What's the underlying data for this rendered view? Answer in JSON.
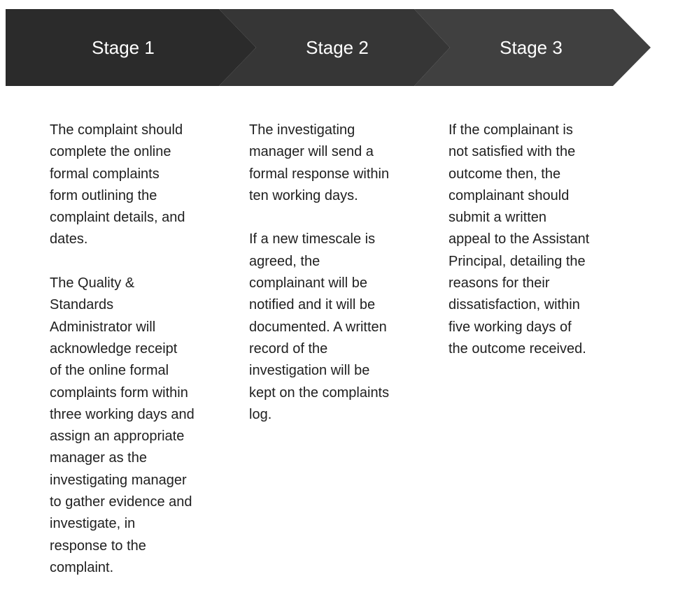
{
  "diagram": {
    "type": "process-chevron",
    "colors": {
      "stage1_fill": "#2b2b2b",
      "stage2_fill": "#363636",
      "stage3_fill": "#404040",
      "label_text": "#ffffff",
      "body_text": "#1f1f1f",
      "background": "#ffffff"
    },
    "stages": [
      {
        "label": "Stage 1",
        "paragraphs": [
          {
            "text": "The complaint should complete the online formal complaints form outlining the complaint details, and dates.",
            "lines": [
              "The complaint should",
              "complete the online",
              "formal complaints",
              "form outlining the",
              "complaint details, and",
              "dates."
            ]
          },
          {
            "text": "The Quality & Standards Administrator will acknowledge receipt of the online formal complaints form within three working days and assign an appropriate manager as the investigating manager to gather evidence and investigate, in response to the complaint.",
            "lines": [
              "The Quality &",
              "Standards",
              "Administrator will",
              "acknowledge receipt",
              "of the online formal",
              "complaints form within",
              "three working days and",
              "assign an appropriate",
              "manager as the",
              "investigating manager",
              "to gather evidence and",
              "investigate, in",
              "response to the",
              "complaint."
            ]
          }
        ]
      },
      {
        "label": "Stage 2",
        "paragraphs": [
          {
            "text": "The investigating manager will send a formal response within ten working days.",
            "lines": [
              "The investigating",
              "manager will send a",
              "formal response within",
              "ten working days."
            ]
          },
          {
            "text": "If a new timescale is agreed, the complainant will be notified and it will be documented. A written record of the investigation will be kept on the complaints log.",
            "lines": [
              "If a new timescale is",
              "agreed, the",
              "complainant will be",
              "notified and it will be",
              "documented. A written",
              "record of the",
              "investigation will be",
              "kept on the complaints",
              "log."
            ]
          }
        ]
      },
      {
        "label": "Stage 3",
        "paragraphs": [
          {
            "text": "If the complainant is not satisfied with the outcome then, the complainant should submit a written appeal to the Assistant Principal, detailing the reasons for their dissatisfaction, within five working days of the outcome received.",
            "lines": [
              "If the complainant is",
              "not satisfied with the",
              "outcome then, the",
              "complainant should",
              "submit a written",
              "appeal to the Assistant",
              "Principal, detailing the",
              "reasons for their",
              "dissatisfaction, within",
              "five working days of",
              "the outcome received."
            ]
          }
        ]
      }
    ]
  }
}
